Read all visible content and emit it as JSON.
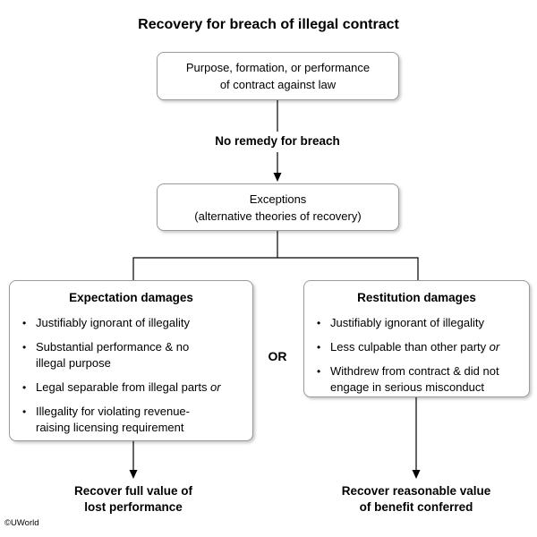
{
  "title": "Recovery for breach of illegal contract",
  "copyright": "©UWorld",
  "flow": {
    "box1": {
      "line1": "Purpose, formation, or performance",
      "line2": "of contract against law"
    },
    "no_remedy_label": "No remedy for breach",
    "box2": {
      "line1": "Exceptions",
      "line2": "(alternative theories of recovery)"
    },
    "or_label": "OR",
    "bullet_char": "•",
    "left_branch": {
      "heading": "Expectation damages",
      "bullets": [
        {
          "text": "Justifiably ignorant of illegality",
          "italic_suffix": ""
        },
        {
          "text": "Substantial performance & no\nillegal purpose",
          "italic_suffix": ""
        },
        {
          "text": "Legal separable from illegal parts",
          "italic_suffix": "or"
        },
        {
          "text": "Illegality for violating revenue-\nraising licensing requirement",
          "italic_suffix": ""
        }
      ],
      "outcome_line1": "Recover full value of",
      "outcome_line2": "lost performance"
    },
    "right_branch": {
      "heading": "Restitution damages",
      "bullets": [
        {
          "text": "Justifiably ignorant of illegality",
          "italic_suffix": ""
        },
        {
          "text": "Less culpable than other party",
          "italic_suffix": "or"
        },
        {
          "text": "Withdrew from contract & did not\nengage in serious misconduct",
          "italic_suffix": ""
        }
      ],
      "outcome_line1": "Recover reasonable value",
      "outcome_line2": "of benefit conferred"
    }
  }
}
